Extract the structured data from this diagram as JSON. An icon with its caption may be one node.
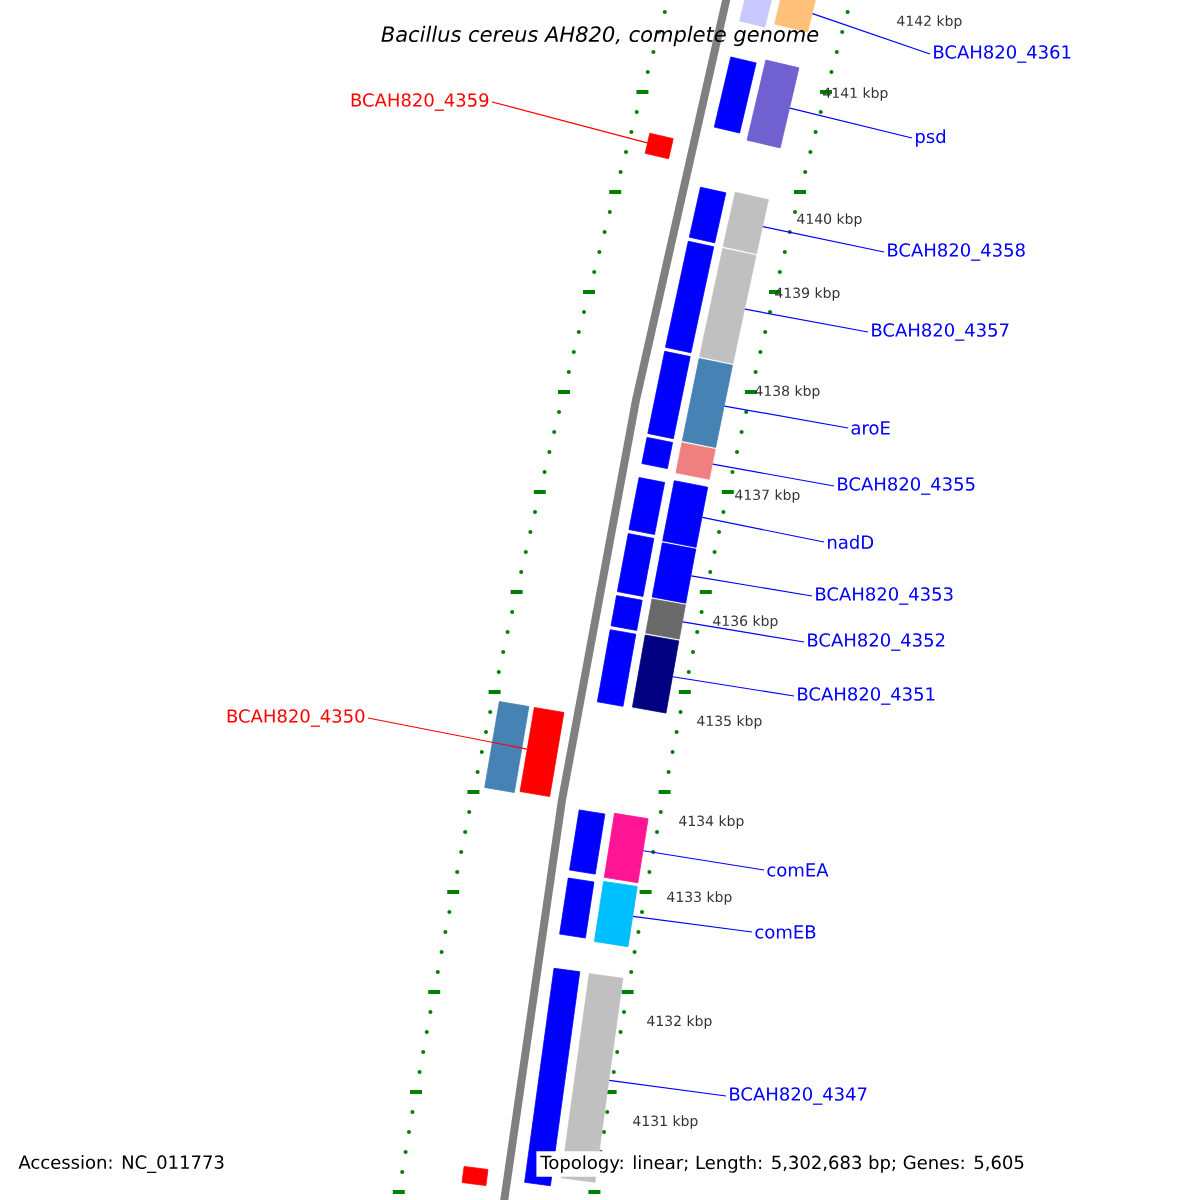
{
  "diagram": {
    "title": "Bacillus cereus AH820, complete genome",
    "nodes": [
      {
        "text": [
          "BCAH820_4361"
        ]
      },
      {
        "text": [],
        "shape": "bar"
      },
      {
        "text": [
          "BCAH820_4359"
        ]
      },
      {
        "text": [],
        "shape": "bar"
      },
      {
        "text": [
          "psd"
        ]
      },
      {
        "text": [],
        "shape": "bar"
      },
      {
        "text": [
          "BCAH820_4358"
        ]
      },
      {
        "text": [],
        "shape": "bar"
      },
      {
        "text": [
          "BCAH820_4357"
        ]
      },
      {
        "text": [],
        "shape": "bar"
      },
      {
        "text": [
          "aroE"
        ]
      },
      {
        "text": [],
        "shape": "bar"
      },
      {
        "text": [
          "BCAH820_4355"
        ]
      },
      {
        "text": [],
        "shape": "bar"
      },
      {
        "text": [
          "nadD"
        ]
      },
      {
        "text": [],
        "shape": "bar"
      },
      {
        "text": [
          "BCAH820_4353"
        ]
      },
      {
        "text": [],
        "shape": "bar"
      },
      {
        "text": [
          "BCAH820_4352"
        ]
      },
      {
        "text": [],
        "shape": "bar"
      },
      {
        "text": [
          "BCAH820_4351"
        ]
      },
      {
        "text": [],
        "shape": "bar"
      },
      {
        "text": [
          "BCAH820_4350"
        ]
      },
      {
        "text": [],
        "shape": "bar"
      },
      {
        "text": [
          "comEA"
        ]
      },
      {
        "text": [],
        "shape": "bar"
      },
      {
        "text": [
          "comEB"
        ]
      },
      {
        "text": [],
        "shape": "bar"
      },
      {
        "text": [
          "BCAH820_4347"
        ]
      },
      {
        "text": [],
        "shape": "bar"
      },
      {
        "text": [],
        "shape": "bar"
      },
      {
        "text": [],
        "shape": "bar"
      },
      {
        "text": [],
        "shape": "bar"
      },
      {
        "text": [],
        "shape": "bar"
      },
      {
        "text": [],
        "shape": "bar"
      },
      {
        "text": [],
        "shape": "bar"
      },
      {
        "text": [],
        "shape": "bar"
      },
      {
        "text": [],
        "shape": "bar"
      },
      {
        "text": [],
        "shape": "bar"
      },
      {
        "text": [],
        "shape": "bar"
      },
      {
        "text": [],
        "shape": "bar"
      },
      {
        "text": [],
        "shape": "bar"
      },
      {
        "text": [],
        "shape": "bar"
      },
      {
        "text": [],
        "shape": "bar"
      },
      {
        "text": [],
        "shape": "bar"
      }
    ],
    "edges": [
      {
        "from": 0,
        "to": 1,
        "arrow": "none"
      },
      {
        "from": 2,
        "to": 3,
        "arrow": "none",
        "color": "#ff0000"
      },
      {
        "from": 4,
        "to": 5,
        "arrow": "none"
      },
      {
        "from": 6,
        "to": 7,
        "arrow": "none"
      },
      {
        "from": 8,
        "to": 9,
        "arrow": "none"
      },
      {
        "from": 10,
        "to": 11,
        "arrow": "none"
      },
      {
        "from": 12,
        "to": 13,
        "arrow": "none"
      },
      {
        "from": 14,
        "to": 15,
        "arrow": "none"
      },
      {
        "from": 16,
        "to": 17,
        "arrow": "none"
      },
      {
        "from": 18,
        "to": 19,
        "arrow": "none"
      },
      {
        "from": 20,
        "to": 21,
        "arrow": "none"
      },
      {
        "from": 22,
        "to": 23,
        "arrow": "none",
        "color": "#ff0000"
      },
      {
        "from": 24,
        "to": 25,
        "arrow": "none"
      },
      {
        "from": 26,
        "to": 27,
        "arrow": "none"
      },
      {
        "from": 28,
        "to": 29,
        "arrow": "none"
      }
    ],
    "labels": [
      "4142 kbp",
      "4141 kbp",
      "4140 kbp",
      "4139 kbp",
      "4138 kbp",
      "4137 kbp",
      "4136 kbp",
      "4135 kbp",
      "4134 kbp",
      "4133 kbp",
      "4132 kbp",
      "4131 kbp",
      "Accession: NC_011773",
      "Topology: linear; Length: 5,302,683 bp; Genes: 5,605"
    ]
  }
}
